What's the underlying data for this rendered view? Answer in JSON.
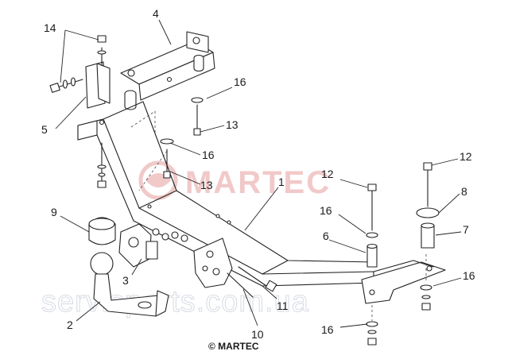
{
  "watermark": {
    "brand": "MARTEC",
    "site": "servisparts.com.ua",
    "color": "#f1c9c9"
  },
  "copyright": "© MARTEC",
  "callouts": [
    "14",
    "4",
    "16",
    "5",
    "13",
    "16",
    "13",
    "1",
    "12",
    "12",
    "8",
    "9",
    "16",
    "6",
    "7",
    "3",
    "16",
    "2",
    "11",
    "10",
    "16"
  ]
}
